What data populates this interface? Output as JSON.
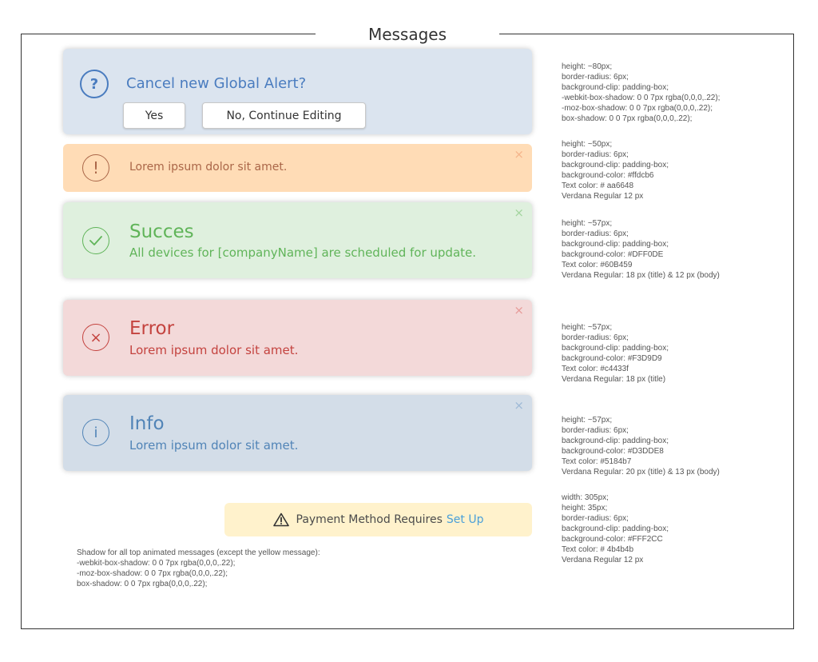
{
  "page": {
    "title": "Messages"
  },
  "confirm": {
    "icon": "question-circle-icon",
    "icon_glyph": "?",
    "title": "Cancel new Global Alert?",
    "yes_label": "Yes",
    "no_label": "No, Continue Editing"
  },
  "warning": {
    "icon": "exclamation-circle-icon",
    "icon_glyph": "!",
    "body": "Lorem ipsum dolor sit amet.",
    "close_glyph": "×"
  },
  "success": {
    "icon": "check-circle-icon",
    "title": "Succes",
    "body": "All devices for [companyName] are scheduled for update.",
    "close_glyph": "×"
  },
  "error": {
    "icon": "x-circle-icon",
    "icon_glyph": "×",
    "title": "Error",
    "body": "Lorem ipsum dolor sit amet.",
    "close_glyph": "×"
  },
  "info": {
    "icon": "info-circle-icon",
    "icon_glyph": "i",
    "title": "Info",
    "body": "Lorem ipsum dolor sit amet.",
    "close_glyph": "×"
  },
  "payment": {
    "icon": "warning-triangle-icon",
    "text": "Payment Method Requires",
    "link": "Set Up"
  },
  "specs": {
    "confirm": [
      "height: ~80px;",
      "border-radius: 6px;",
      "background-clip: padding-box;",
      "-webkit-box-shadow: 0 0 7px rgba(0,0,0,.22);",
      "-moz-box-shadow: 0 0 7px rgba(0,0,0,.22);",
      "box-shadow: 0 0 7px rgba(0,0,0,.22);"
    ],
    "warning": [
      "height: ~50px;",
      "border-radius: 6px;",
      "background-clip: padding-box;",
      "background-color: #ffdcb6",
      "Text color: # aa6648",
      "Verdana Regular 12 px"
    ],
    "success": [
      "height: ~57px;",
      "border-radius: 6px;",
      "background-clip: padding-box;",
      "background-color: #DFF0DE",
      "Text color: #60B459",
      "Verdana Regular: 18 px (title) & 12 px (body)"
    ],
    "error": [
      "height: ~57px;",
      "border-radius: 6px;",
      "background-clip: padding-box;",
      "background-color: #F3D9D9",
      "Text color: #c4433f",
      "Verdana Regular: 18 px (title)"
    ],
    "info": [
      "height: ~57px;",
      "border-radius: 6px;",
      "background-clip: padding-box;",
      "background-color: #D3DDE8",
      "Text color: #5184b7",
      "Verdana Regular: 20 px (title) & 13 px (body)"
    ],
    "payment": [
      "width: 305px;",
      "height: 35px;",
      "border-radius: 6px;",
      "background-clip: padding-box;",
      "background-color: #FFF2CC",
      "Text color: # 4b4b4b",
      "Verdana Regular 12 px"
    ]
  },
  "shadow_note": [
    "Shadow for all top animated messages (except the yellow message):",
    "-webkit-box-shadow: 0 0 7px rgba(0,0,0,.22);",
    "-moz-box-shadow: 0 0 7px rgba(0,0,0,.22);",
    "box-shadow: 0 0 7px rgba(0,0,0,.22);"
  ],
  "colors": {
    "confirm_bg": "#dbe4ef",
    "confirm_text": "#4a7cbf",
    "warning_bg": "#ffdcb6",
    "warning_text": "#aa6648",
    "success_bg": "#dff0de",
    "success_text": "#60b459",
    "error_bg": "#f3d9d9",
    "error_text": "#c4433f",
    "info_bg": "#d3dde8",
    "info_text": "#5184b7",
    "payment_bg": "#fff2cc",
    "payment_text": "#4b4b4b",
    "link": "#4a9fd8"
  }
}
